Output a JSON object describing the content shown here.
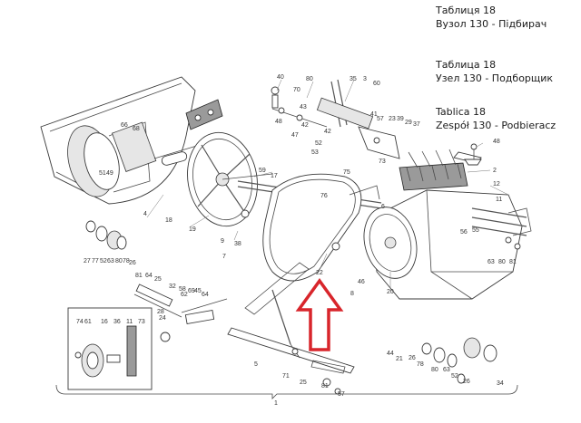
{
  "title_block": {
    "ua": {
      "line1": "Таблиця 18",
      "line2": "Вузол 130 - Підбирач"
    },
    "ru": {
      "line1": "Таблица 18",
      "line2": "Узел 130 - Подборщик"
    },
    "pl": {
      "line1": "Tablica 18",
      "line2": "Zespół 130 - Podbieracz"
    }
  },
  "callouts": {
    "n40": "40",
    "n70": "70",
    "n80a": "80",
    "n43": "43",
    "n42a": "42",
    "n48a": "48",
    "n47": "47",
    "n35": "35",
    "n3": "3",
    "n60": "60",
    "n41": "41",
    "n57a": "57",
    "n23": "23",
    "n39": "39",
    "n29": "29",
    "n37": "37",
    "n42b": "42",
    "n52a": "52",
    "n53": "53",
    "n73": "73",
    "n66": "66",
    "n68": "68",
    "n51": "51",
    "n49": "49",
    "n4": "4",
    "n18": "18",
    "n19": "19",
    "n59": "59",
    "n17": "17",
    "n76": "76",
    "n75": "75",
    "n48b": "48",
    "n2": "2",
    "n12": "12",
    "n11": "11",
    "n56": "56",
    "n55": "55",
    "n9": "9",
    "n38": "38",
    "n7": "7",
    "n6": "6",
    "n63a": "63",
    "n80b": "80",
    "n81a": "81",
    "n20": "20",
    "n8": "8",
    "n46": "46",
    "n22": "22",
    "n27": "27",
    "n77": "77",
    "n52b": "52",
    "n63b": "63",
    "n80c": "80",
    "n78a": "78",
    "n26a": "26",
    "n81b": "81",
    "n64a": "64",
    "n25a": "25",
    "n32": "32",
    "n58": "58",
    "n62": "62",
    "n69": "69",
    "n45": "45",
    "n64b": "64",
    "n28": "28",
    "n24": "24",
    "n74": "74",
    "n61": "61",
    "n16": "16",
    "n36": "36",
    "n11b": "11",
    "n73b": "73",
    "n5": "5",
    "n71": "71",
    "n25b": "25",
    "n81c": "81",
    "n57b": "57",
    "n1": "1",
    "n44": "44",
    "n21": "21",
    "n26b": "26",
    "n78b": "78",
    "n80d": "80",
    "n63c": "63",
    "n52c": "52",
    "n26c": "26",
    "n34": "34"
  },
  "colors": {
    "arrow": "#d8252b",
    "line": "#4a4a4a"
  },
  "icons": {
    "pointer": "red-up-arrow-icon"
  }
}
